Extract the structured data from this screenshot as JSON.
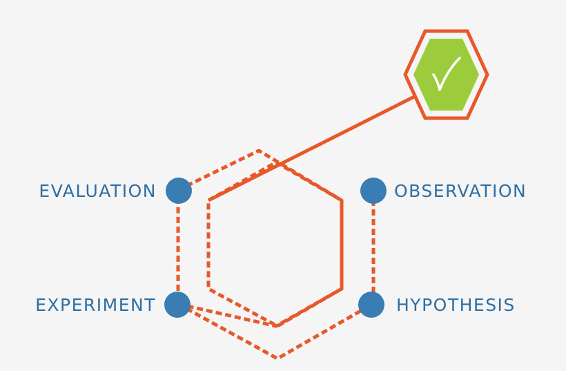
{
  "colors": {
    "background": "#f5f5f5",
    "orange": "#e8582a",
    "node_blue": "#3a7db2",
    "label_blue": "#2d6ea3",
    "check_green": "#9ccc3c",
    "check_mark": "#ffffff"
  },
  "stages": {
    "evaluation": "EVALUATION",
    "observation": "OBSERVATION",
    "experiment": "EXPERIMENT",
    "hypothesis": "HYPOTHESIS"
  },
  "badge": {
    "icon": "check-icon"
  }
}
